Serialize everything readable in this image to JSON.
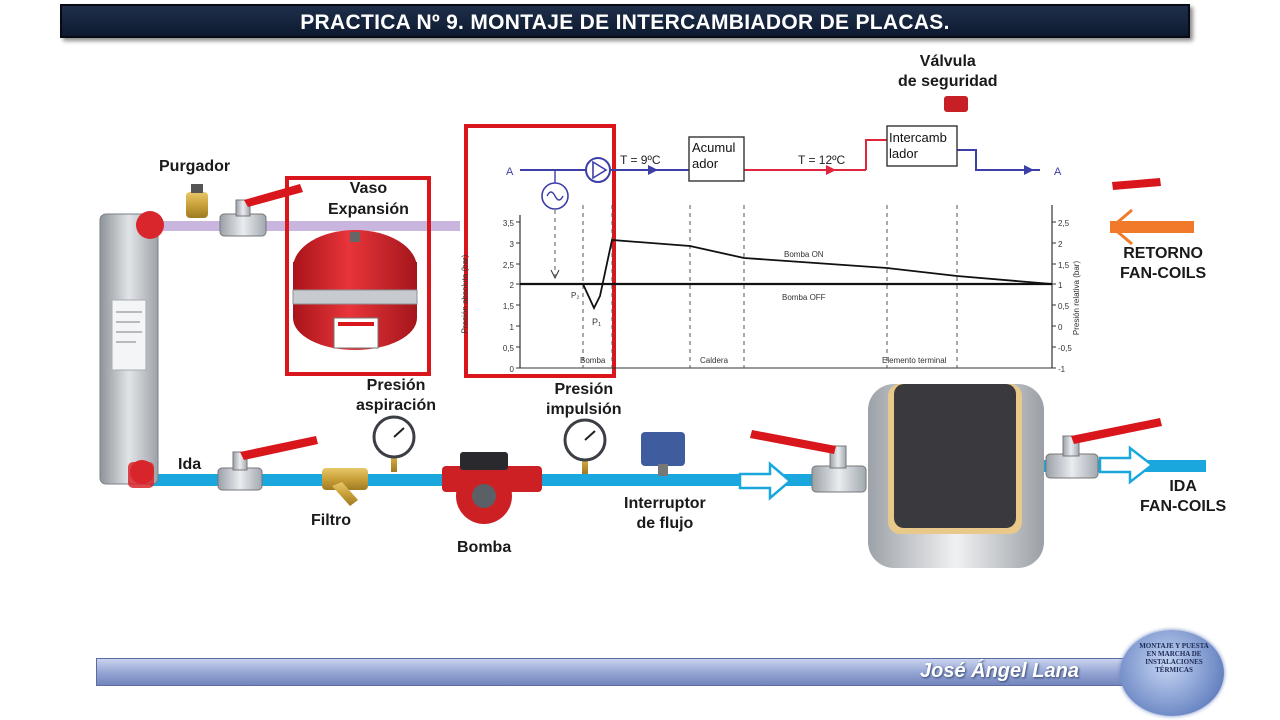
{
  "title": "PRACTICA Nº 9. MONTAJE DE INTERCAMBIADOR DE PLACAS.",
  "labels": {
    "purgador": "Purgador",
    "vaso_line1": "Vaso",
    "vaso_line2": "Expansión",
    "valvula_line1": "Válvula",
    "valvula_line2": "de seguridad",
    "retorno_line1": "RETORNO",
    "retorno_line2": "FAN-COILS",
    "presion_asp_line1": "Presión",
    "presion_asp_line2": "aspiración",
    "presion_imp_line1": "Presión",
    "presion_imp_line2": "impulsión",
    "ida": "Ida",
    "filtro": "Filtro",
    "bomba": "Bomba",
    "interruptor_line1": "Interruptor",
    "interruptor_line2": "de flujo",
    "ida_fancoils_line1": "IDA",
    "ida_fancoils_line2": "FAN-COILS"
  },
  "graph": {
    "point_a_left": "A",
    "point_a_right": "A",
    "temp_1": "T = 9ºC",
    "temp_2": "T = 12ºC",
    "box_1_line1": "Acumul",
    "box_1_line2": "ador",
    "box_2_line1": "Intercamb",
    "box_2_line2": "lador",
    "left_axis_title": "Presión absoluta (bar)",
    "right_axis_title": "Presión relativa (bar)",
    "left_ticks": [
      "3,5",
      "3",
      "2,5",
      "2",
      "1,5",
      "1",
      "0,5",
      "0"
    ],
    "right_ticks": [
      "2,5",
      "2",
      "1,5",
      "1",
      "0,5",
      "0",
      "-0,5",
      "-1"
    ],
    "curve_on_label": "Bomba ON",
    "curve_off_label": "Bomba OFF",
    "p_small_1": "P₂",
    "p_small_2": "P₁",
    "section_1": "Bomba",
    "section_2": "Caldera",
    "section_3": "Elemento terminal"
  },
  "footer": {
    "author": "José Ángel Lana",
    "seal_text": "MONTAJE Y PUESTA EN MARCHA DE INSTALACIONES TÉRMICAS"
  },
  "colors": {
    "pipe_blue": "#1aa7de",
    "pipe_lilac": "#c8b6de",
    "highlight_red": "#d8161b",
    "retorno_orange": "#f07a2a",
    "tank_red": "#d9262b"
  }
}
